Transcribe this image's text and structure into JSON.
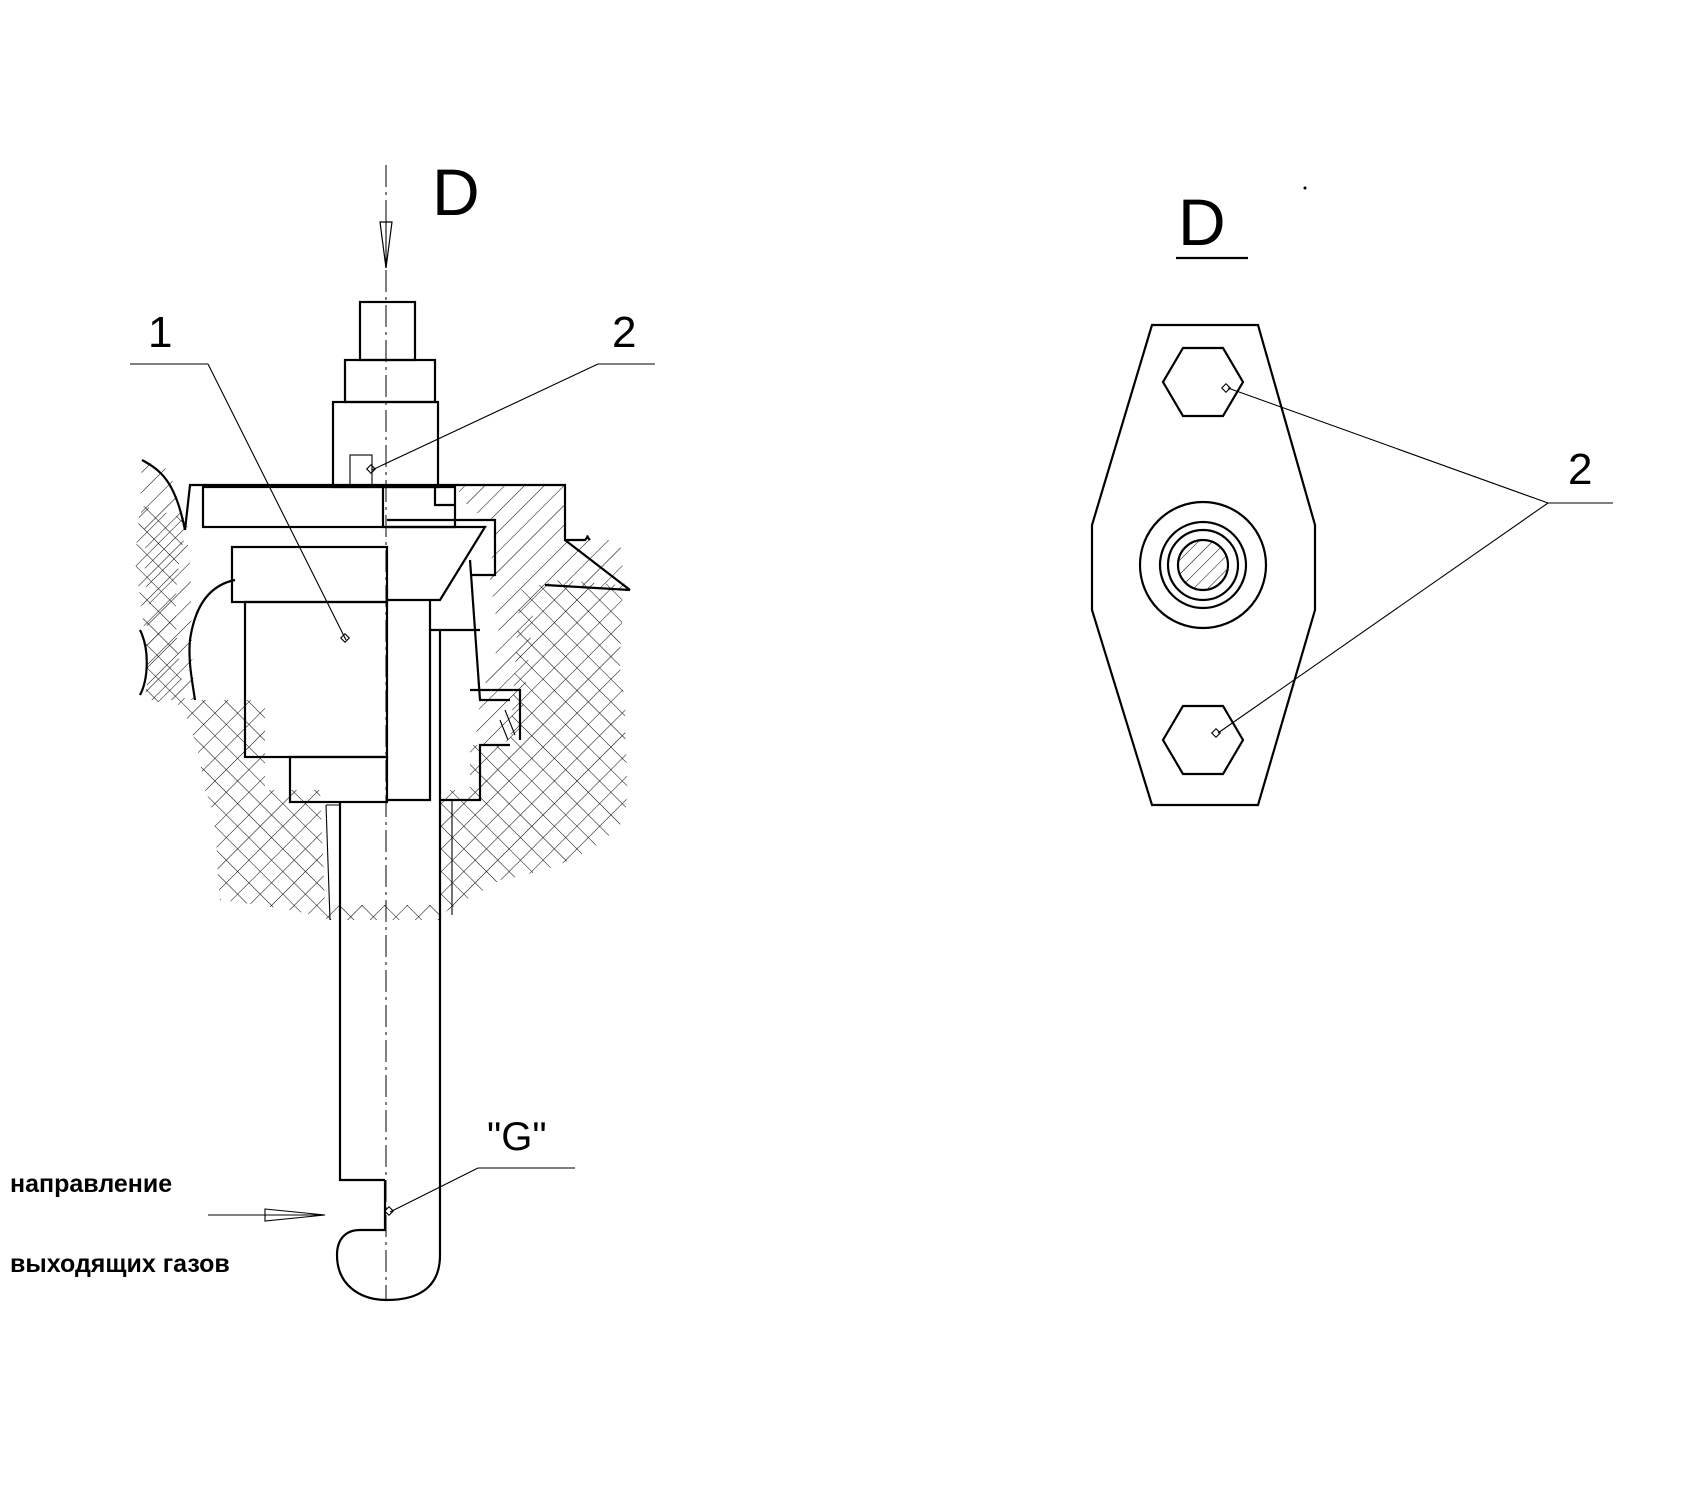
{
  "section_view": {
    "view_arrow_label": "D",
    "callouts": [
      {
        "id": "part-1",
        "label": "1"
      },
      {
        "id": "part-2",
        "label": "2"
      },
      {
        "id": "point-g",
        "label": "\"G\""
      }
    ],
    "flow_note": {
      "line1": "направление",
      "line2": "выходящих газов"
    }
  },
  "view_d": {
    "title": "D",
    "callout_label": "2"
  }
}
